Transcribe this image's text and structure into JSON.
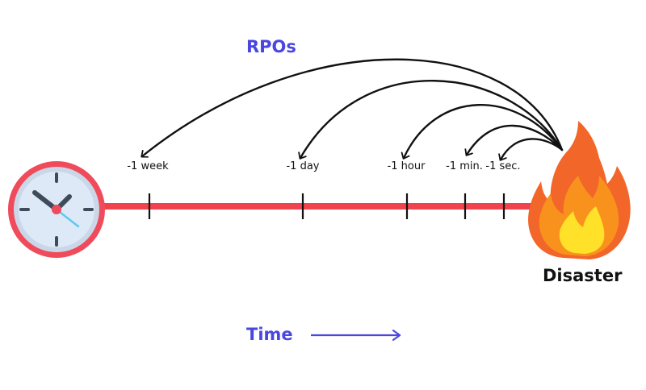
{
  "title": "RPOs",
  "end_label": "Disaster",
  "axis_label": "Time",
  "ticks": [
    {
      "label": "-1 week"
    },
    {
      "label": "-1 day"
    },
    {
      "label": "-1 hour"
    },
    {
      "label": "-1 min."
    },
    {
      "label": "-1 sec."
    }
  ],
  "colors": {
    "accent": "#4a46e0",
    "timeline": "#f0434e",
    "arrows": "#111111",
    "clock_rim": "#f04b5b",
    "clock_face": "#dde9f6",
    "flame_outer": "#f2662a",
    "flame_mid": "#f8921d",
    "flame_inner": "#ffe12a"
  },
  "icons": {
    "clock": "clock-icon",
    "fire": "fire-icon",
    "time_arrow": "arrow-right-icon"
  }
}
